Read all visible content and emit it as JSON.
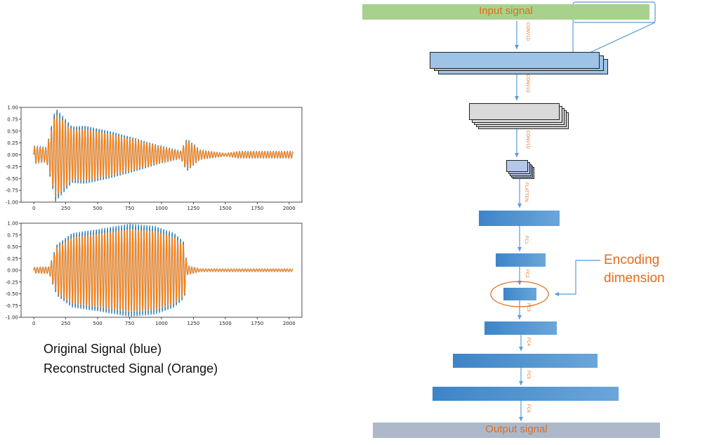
{
  "chart_data": [
    {
      "type": "line",
      "xlim": [
        -100,
        2100
      ],
      "ylim": [
        -1.0,
        1.0
      ],
      "xticks": [
        "0",
        "250",
        "500",
        "750",
        "1000",
        "1250",
        "1500",
        "1750",
        "2000"
      ],
      "yticks": [
        "1.00",
        "0.75",
        "0.50",
        "0.25",
        "0.00",
        "-0.25",
        "-0.50",
        "-0.75",
        "-1.00"
      ],
      "series_colors": [
        "#1f77b4",
        "#ff7f0e"
      ],
      "description_envelope": [
        [
          0,
          0.18
        ],
        [
          100,
          0.15
        ],
        [
          170,
          1.0
        ],
        [
          300,
          0.6
        ],
        [
          400,
          0.62
        ],
        [
          600,
          0.5
        ],
        [
          800,
          0.35
        ],
        [
          1000,
          0.18
        ],
        [
          1150,
          0.08
        ],
        [
          1200,
          0.35
        ],
        [
          1300,
          0.1
        ],
        [
          1500,
          0.03
        ],
        [
          1600,
          0.07
        ],
        [
          2030,
          0.07
        ]
      ]
    },
    {
      "type": "line",
      "xlim": [
        -100,
        2100
      ],
      "ylim": [
        -1.0,
        1.0
      ],
      "xticks": [
        "0",
        "250",
        "500",
        "750",
        "1000",
        "1250",
        "1500",
        "1750",
        "2000"
      ],
      "yticks": [
        "1.00",
        "0.75",
        "0.50",
        "0.25",
        "0.00",
        "-0.25",
        "-0.50",
        "-0.75",
        "-1.00"
      ],
      "series_colors": [
        "#1f77b4",
        "#ff7f0e"
      ],
      "description_envelope": [
        [
          0,
          0.06
        ],
        [
          120,
          0.07
        ],
        [
          180,
          0.55
        ],
        [
          300,
          0.8
        ],
        [
          500,
          0.88
        ],
        [
          750,
          1.0
        ],
        [
          950,
          0.95
        ],
        [
          1100,
          0.8
        ],
        [
          1180,
          0.6
        ],
        [
          1200,
          0.1
        ],
        [
          1300,
          0.03
        ],
        [
          2030,
          0.03
        ]
      ]
    }
  ],
  "legend": {
    "line1": "Original Signal (blue)",
    "line2": "Reconstructed Signal (Orange)"
  },
  "diagram": {
    "input_label": "Input signal",
    "output_label": "Output signal",
    "edge_labels": [
      "CONV1D",
      "CONV1D",
      "CONV1D",
      "FLATTEN",
      "FC1",
      "FC2",
      "FC3",
      "FC4",
      "FC5",
      "FC6"
    ],
    "callout_line1": "Encoding",
    "callout_line2": "dimension",
    "colors": {
      "input_bar": "#a9d18e",
      "output_bar": "#adb9ca",
      "conv1": "#9dc3e6",
      "conv2": "#d9d9d9",
      "conv3": "#b4c7e7",
      "arrow": "#5b9bd5",
      "accent": "#e36c1b"
    }
  }
}
